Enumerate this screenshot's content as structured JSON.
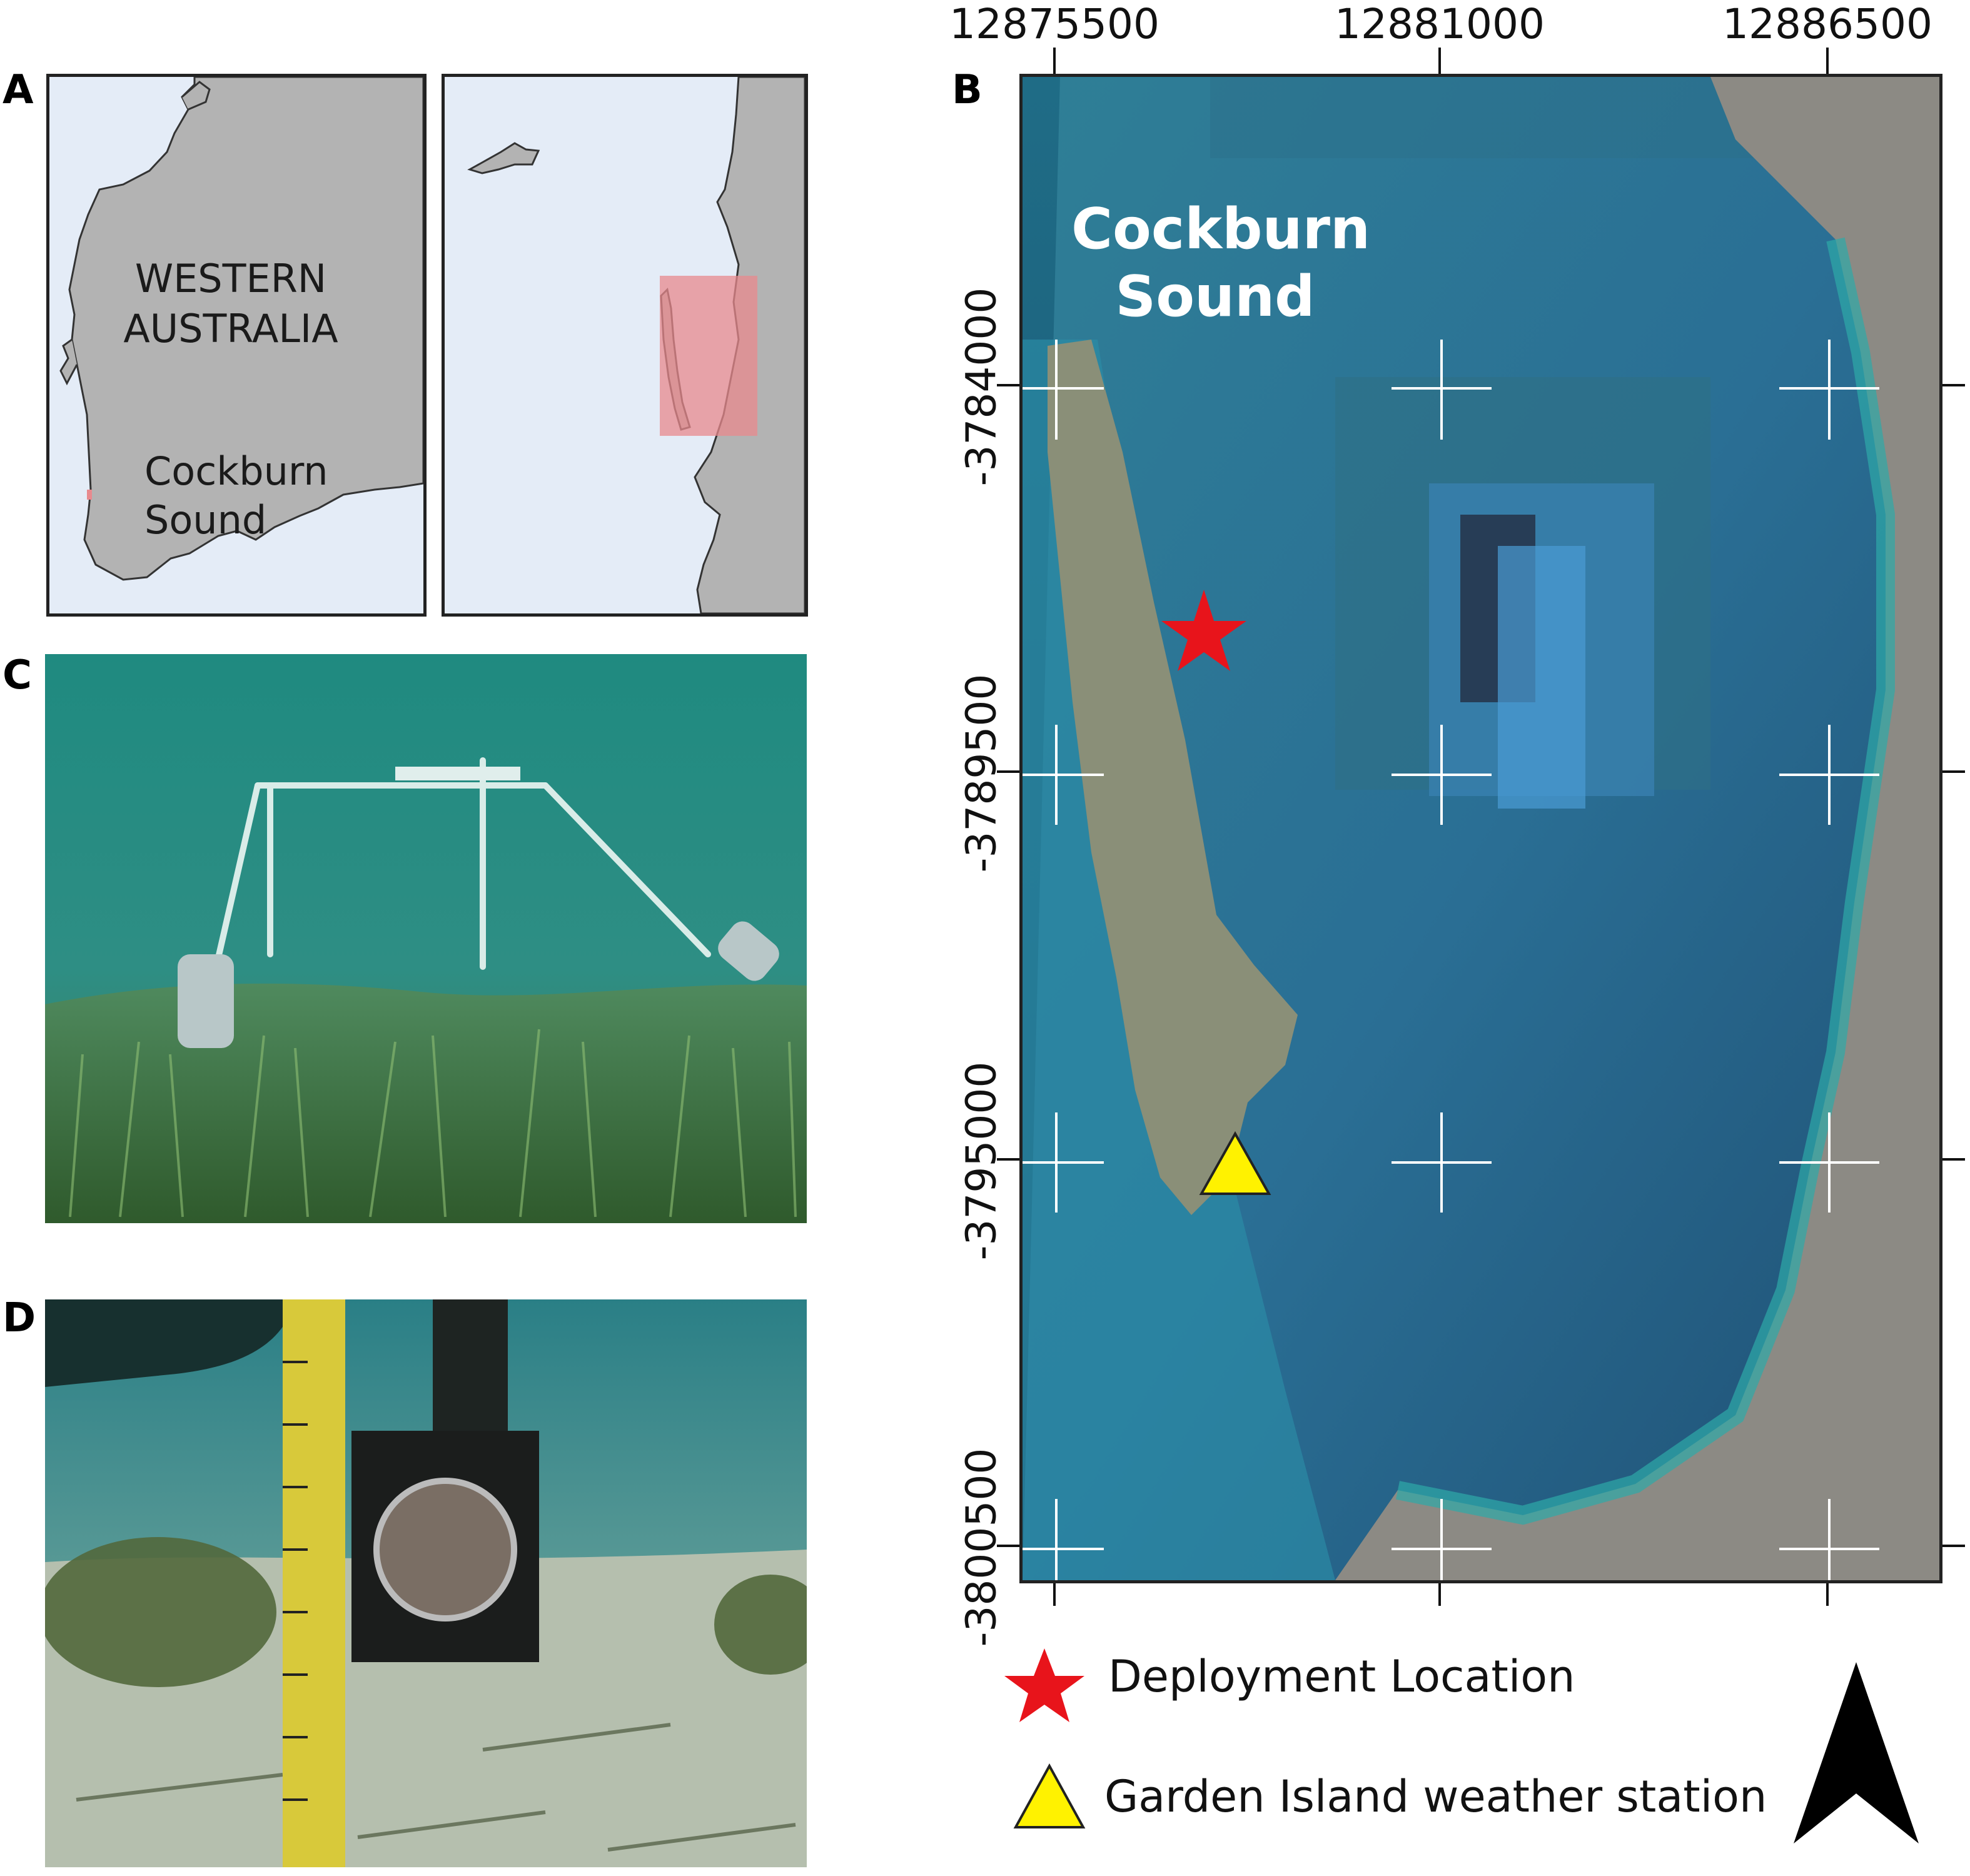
{
  "panels": {
    "a": "A",
    "b": "B",
    "c": "C",
    "d": "D"
  },
  "panel_a": {
    "region_label_line1": "WESTERN",
    "region_label_line2": "AUSTRALIA",
    "site_label_line1": "Cockburn",
    "site_label_line2": "Sound"
  },
  "panel_b": {
    "title_line1": "Cockburn",
    "title_line2": "Sound",
    "x_ticks": [
      "12875500",
      "12881000",
      "12886500"
    ],
    "y_ticks": [
      "-3784000",
      "-3789500",
      "-3795000",
      "-3800500"
    ],
    "legend": {
      "deployment": "Deployment Location",
      "weather": "Garden Island weather station"
    }
  },
  "colors": {
    "land": "#b3b3b3",
    "ocean": "#e4ecf7",
    "highlight": "#e88a8e",
    "star": "#e8141b",
    "triangle": "#fff200",
    "seawater_dark": "#1f5a78",
    "seawater_light": "#2f87a0"
  }
}
